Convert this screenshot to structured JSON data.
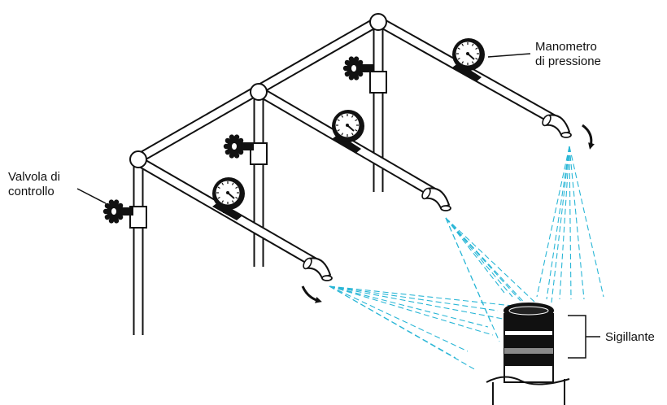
{
  "labels": {
    "pressure_gauge_line1": "Manometro",
    "pressure_gauge_line2": "di pressione",
    "control_valve_line1": "Valvola di",
    "control_valve_line2": "controllo",
    "sealant": "Sigillante"
  },
  "colors": {
    "line": "#111111",
    "spray": "#29b6d6",
    "sealant_band": "#8a8a8a",
    "fill": "#ffffff"
  },
  "icons": [
    "pressure-gauge-icon",
    "valve-wheel-icon",
    "rotation-arrow-icon",
    "spray-nozzle-icon"
  ]
}
